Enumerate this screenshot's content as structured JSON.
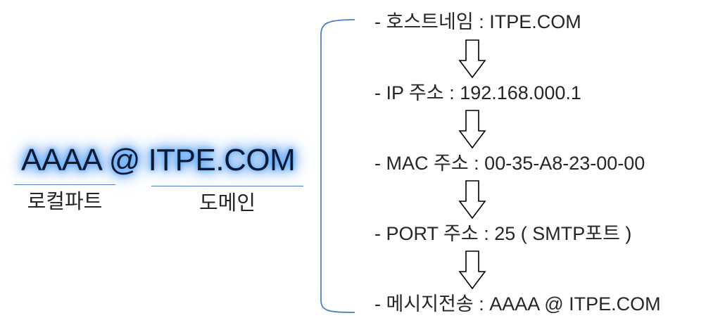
{
  "email": {
    "address": "AAAA @ ITPE.COM",
    "local_part_label": "로컬파트",
    "domain_label": "도메인"
  },
  "steps": [
    {
      "text": "- 호스트네임 : ITPE.COM"
    },
    {
      "text": "- IP 주소 : 192.168.000.1"
    },
    {
      "text": "- MAC 주소 : 00-35-A8-23-00-00"
    },
    {
      "text": "- PORT 주소 : 25 ( SMTP포트 )"
    },
    {
      "text": "- 메시지전송 : AAAA @ ITPE.COM"
    }
  ],
  "colors": {
    "glow": "#5aa9ff",
    "underline": "#4f7fc0",
    "bracket": "#4f7fc0",
    "text": "#262626"
  }
}
